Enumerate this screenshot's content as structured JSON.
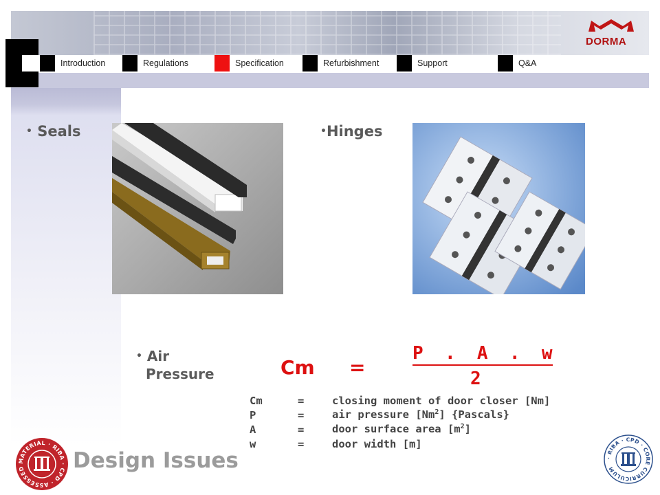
{
  "brand": {
    "logo_text": "DORMA"
  },
  "nav": {
    "items": [
      {
        "label": "Introduction",
        "active": false
      },
      {
        "label": "Regulations",
        "active": false
      },
      {
        "label": "Specification",
        "active": true
      },
      {
        "label": "Refurbishment",
        "active": false
      },
      {
        "label": "Support",
        "active": false
      },
      {
        "label": "Q&A",
        "active": false
      }
    ]
  },
  "content": {
    "seals_label": "Seals",
    "hinges_label": "Hinges",
    "air_pressure_label_1": "Air",
    "air_pressure_label_2": "Pressure",
    "formula": {
      "lhs": "Cm",
      "equals": "=",
      "numerator": "P  .  A  .  w",
      "denominator": "2"
    },
    "definitions": [
      {
        "symbol": "Cm",
        "eq": "=",
        "desc_main": "closing moment of door closer [Nm]",
        "desc_sup": "",
        "desc_tail": ""
      },
      {
        "symbol": "P",
        "eq": "=",
        "desc_main": "air pressure [Nm",
        "desc_sup": "2",
        "desc_tail": "] {Pascals}"
      },
      {
        "symbol": "A",
        "eq": "=",
        "desc_main": "door surface area [m",
        "desc_sup": "2",
        "desc_tail": "]"
      },
      {
        "symbol": "w",
        "eq": "=",
        "desc_main": "door width [m]",
        "desc_sup": "",
        "desc_tail": ""
      }
    ]
  },
  "page_title": "Design Issues",
  "seals": {
    "left_text": "MATERIAL · RIBA · CPD · ASSESSED",
    "right_text": "· RIBA · CPD · CORE CURRICULUM"
  },
  "colors": {
    "accent_red": "#dd1111",
    "nav_active": "#ee1111",
    "sidebar": "#c6c7de",
    "title_gray": "#9b9b9b"
  }
}
